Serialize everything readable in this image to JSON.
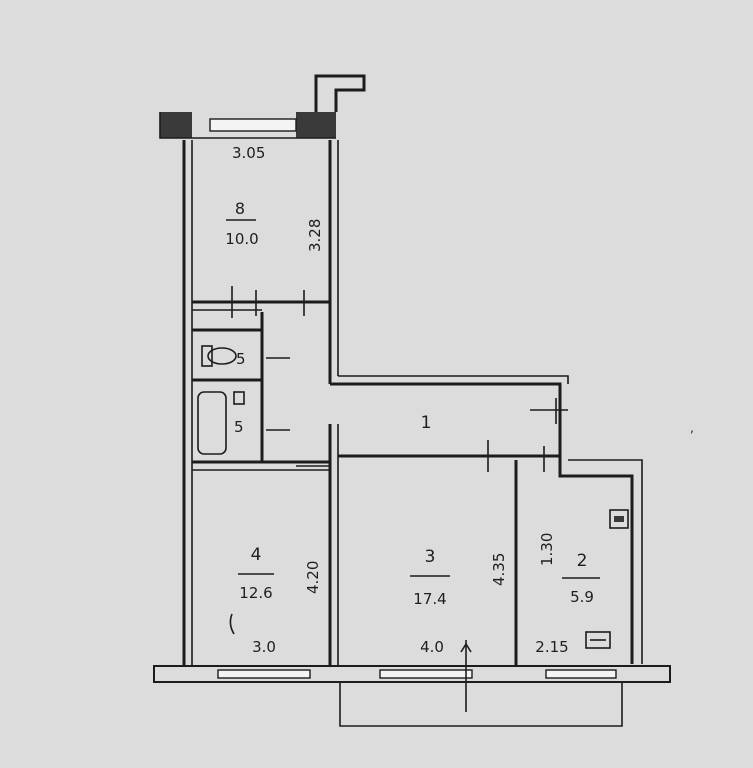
{
  "rooms": [
    {
      "id": "room-8",
      "number": "8",
      "area": "10.0",
      "length": "3.28",
      "width": "3.05"
    },
    {
      "id": "room-1",
      "number": "1"
    },
    {
      "id": "room-4",
      "number": "4",
      "area": "12.6",
      "length": "4.20",
      "width": "3.0"
    },
    {
      "id": "room-3",
      "number": "3",
      "area": "17.4",
      "length": "4.35",
      "width": "4.0"
    },
    {
      "id": "room-2",
      "number": "2",
      "area": "5.9",
      "length": "1.30",
      "width": "2.15"
    },
    {
      "id": "room-5a",
      "number": "5"
    },
    {
      "id": "room-5b",
      "number": "5"
    }
  ],
  "colors": {
    "paper": "#dcdcdc",
    "ink": "#1c1c1c",
    "window": "#f4f4f4"
  }
}
